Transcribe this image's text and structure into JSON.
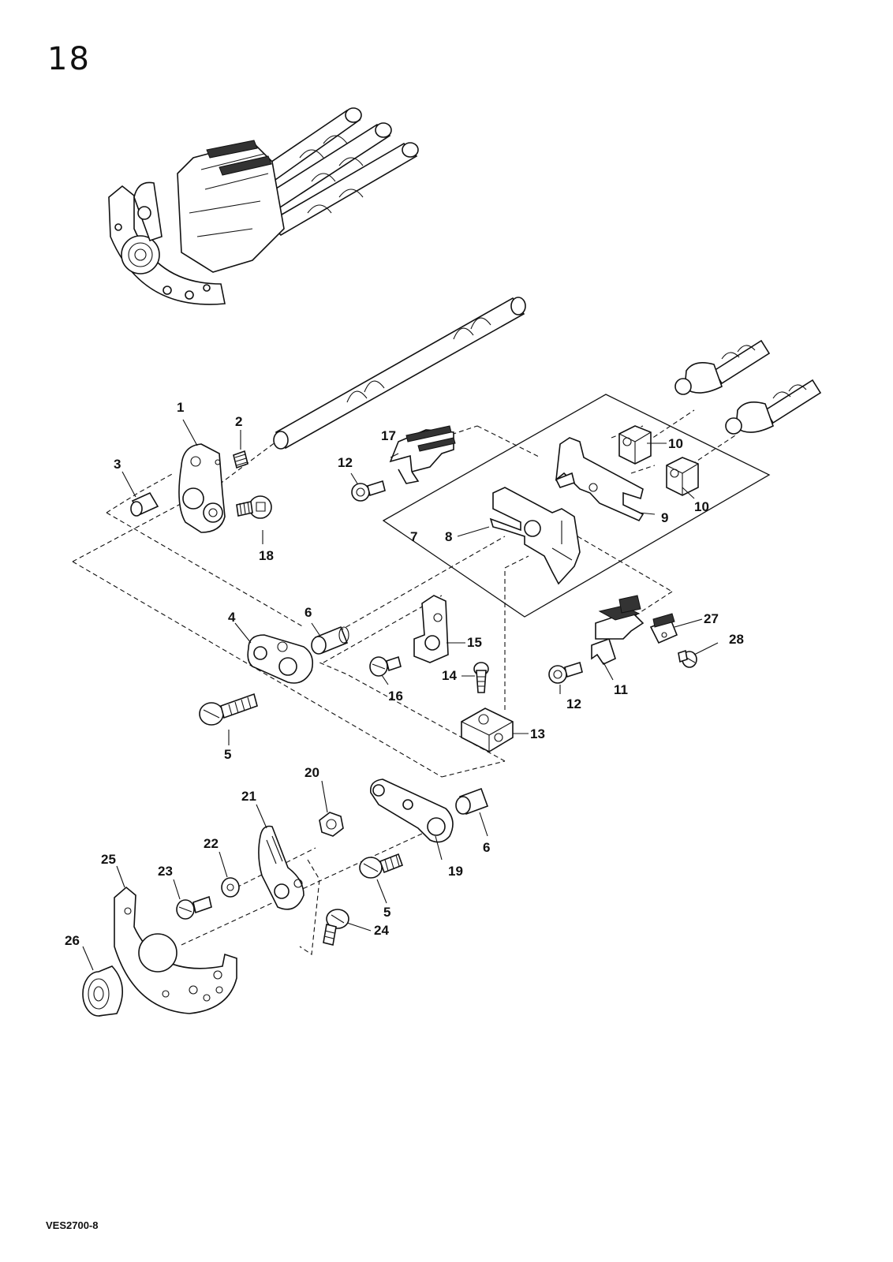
{
  "page": {
    "number": "18",
    "doc_code": "VES2700-8"
  },
  "labels": [
    {
      "id": "1",
      "text": "1"
    },
    {
      "id": "2",
      "text": "2"
    },
    {
      "id": "3",
      "text": "3"
    },
    {
      "id": "4",
      "text": "4"
    },
    {
      "id": "5a",
      "text": "5"
    },
    {
      "id": "5b",
      "text": "5"
    },
    {
      "id": "6a",
      "text": "6"
    },
    {
      "id": "6b",
      "text": "6"
    },
    {
      "id": "7",
      "text": "7"
    },
    {
      "id": "8",
      "text": "8"
    },
    {
      "id": "9",
      "text": "9"
    },
    {
      "id": "10a",
      "text": "10"
    },
    {
      "id": "10b",
      "text": "10"
    },
    {
      "id": "11",
      "text": "11"
    },
    {
      "id": "12a",
      "text": "12"
    },
    {
      "id": "12b",
      "text": "12"
    },
    {
      "id": "13",
      "text": "13"
    },
    {
      "id": "14",
      "text": "14"
    },
    {
      "id": "15",
      "text": "15"
    },
    {
      "id": "16",
      "text": "16"
    },
    {
      "id": "17",
      "text": "17"
    },
    {
      "id": "18",
      "text": "18"
    },
    {
      "id": "19",
      "text": "19"
    },
    {
      "id": "20",
      "text": "20"
    },
    {
      "id": "21",
      "text": "21"
    },
    {
      "id": "22",
      "text": "22"
    },
    {
      "id": "23",
      "text": "23"
    },
    {
      "id": "24",
      "text": "24"
    },
    {
      "id": "25",
      "text": "25"
    },
    {
      "id": "26",
      "text": "26"
    },
    {
      "id": "27",
      "text": "27"
    },
    {
      "id": "28",
      "text": "28"
    }
  ]
}
